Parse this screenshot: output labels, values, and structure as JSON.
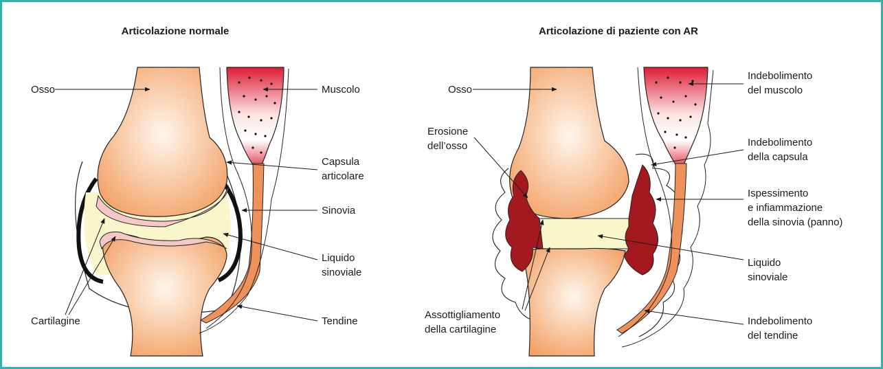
{
  "colors": {
    "frame": "#2bb5ad",
    "bone_light": "#fff3e6",
    "bone_dark": "#f2a063",
    "cartilage": "#f5c7c7",
    "fluid": "#faf6cc",
    "muscle_red": "#dd1c35",
    "tendon": "#ee915a",
    "pannus": "#a3191f"
  },
  "normal": {
    "title": "Articolazione normale",
    "labels": {
      "osso": "Osso",
      "muscolo": "Muscolo",
      "capsula": [
        "Capsula",
        "articolare"
      ],
      "sinovia": "Sinovia",
      "liquido": [
        "Liquido",
        "sinoviale"
      ],
      "cartilagine": "Cartilagine",
      "tendine": "Tendine"
    }
  },
  "ar": {
    "title": "Articolazione di paziente con AR",
    "labels": {
      "osso": "Osso",
      "muscolo": [
        "Indebolimento",
        "del muscolo"
      ],
      "erosione": [
        "Erosione",
        "dell’osso"
      ],
      "capsula": [
        "Indebolimento",
        "della capsula"
      ],
      "sinovia": [
        "Ispessimento",
        "e infiammazione",
        "della sinovia (panno)"
      ],
      "liquido": [
        "Liquido",
        "sinoviale"
      ],
      "cartilagine": [
        "Assottigliamento",
        "della cartilagine"
      ],
      "tendine": [
        "Indebolimento",
        "del tendine"
      ]
    }
  }
}
